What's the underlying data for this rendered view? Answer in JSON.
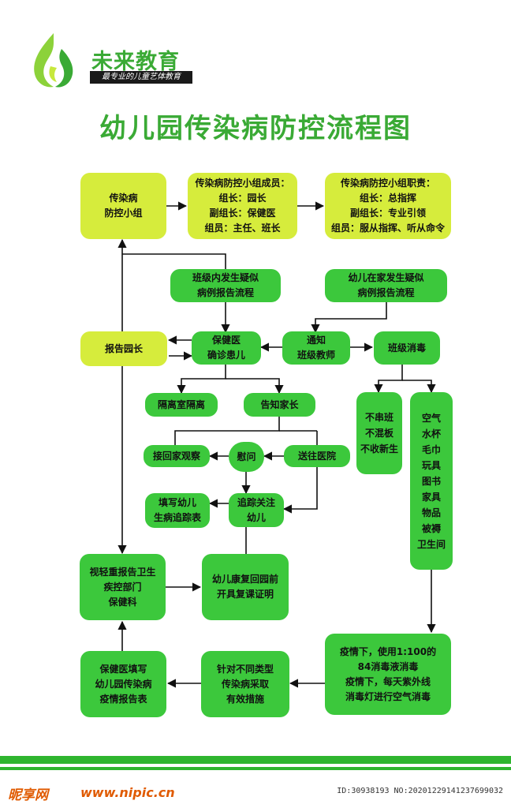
{
  "brand": {
    "name": "未来教育",
    "tagline": "最专业的儿童艺体教育"
  },
  "title": "幼儿园传染病防控流程图",
  "nodes": {
    "group": "传染病\n防控小组",
    "members": "传染病防控小组成员：\n组长：园长\n副组长：保健医\n组员：主任、班长",
    "duties": "传染病防控小组职责：\n组长：总指挥\n副组长：专业引领\n组员：服从指挥、听从命令",
    "class_report": "班级内发生疑似\n病例报告流程",
    "home_report": "幼儿在家发生疑似\n病例报告流程",
    "report_director": "报告园长",
    "doctor_confirm": "保健医\n确诊患儿",
    "notify_teacher": "通知\n班级教师",
    "class_disinfect": "班级消毒",
    "isolation": "隔离室隔离",
    "notify_parents": "告知家长",
    "no_mixing": "不串班\n不混板\n不收新生",
    "items": "空气\n水杯\n毛巾\n玩具\n图书\n家具\n物品\n被褥\n卫生间",
    "home_observe": "接回家观察",
    "comfort": "慰问",
    "hospital": "送往医院",
    "fill_form": "填写幼儿\n生病追踪表",
    "follow_up": "追踪关注\n幼儿",
    "report_cdc": "视轻重报告卫生\n疾控部门\n保健科",
    "recovery": "幼儿康复回园前\n开具复课证明",
    "epidemic_disinfect": "疫情下，使用1:100的\n84消毒液消毒\n疫情下，每天紫外线\n消毒灯进行空气消毒",
    "measures": "针对不同类型\n传染病采取\n有效措施",
    "doctor_fill": "保健医填写\n幼儿园传染病\n疫情报告表"
  },
  "watermark": {
    "site": "昵享网",
    "url": "www.nipic.cn",
    "id": "ID:30938193 NO:20201229141237699032"
  },
  "colors": {
    "green": "#3cc83c",
    "yellow_green": "#d6ec3c",
    "title_green": "#3aaa35"
  }
}
